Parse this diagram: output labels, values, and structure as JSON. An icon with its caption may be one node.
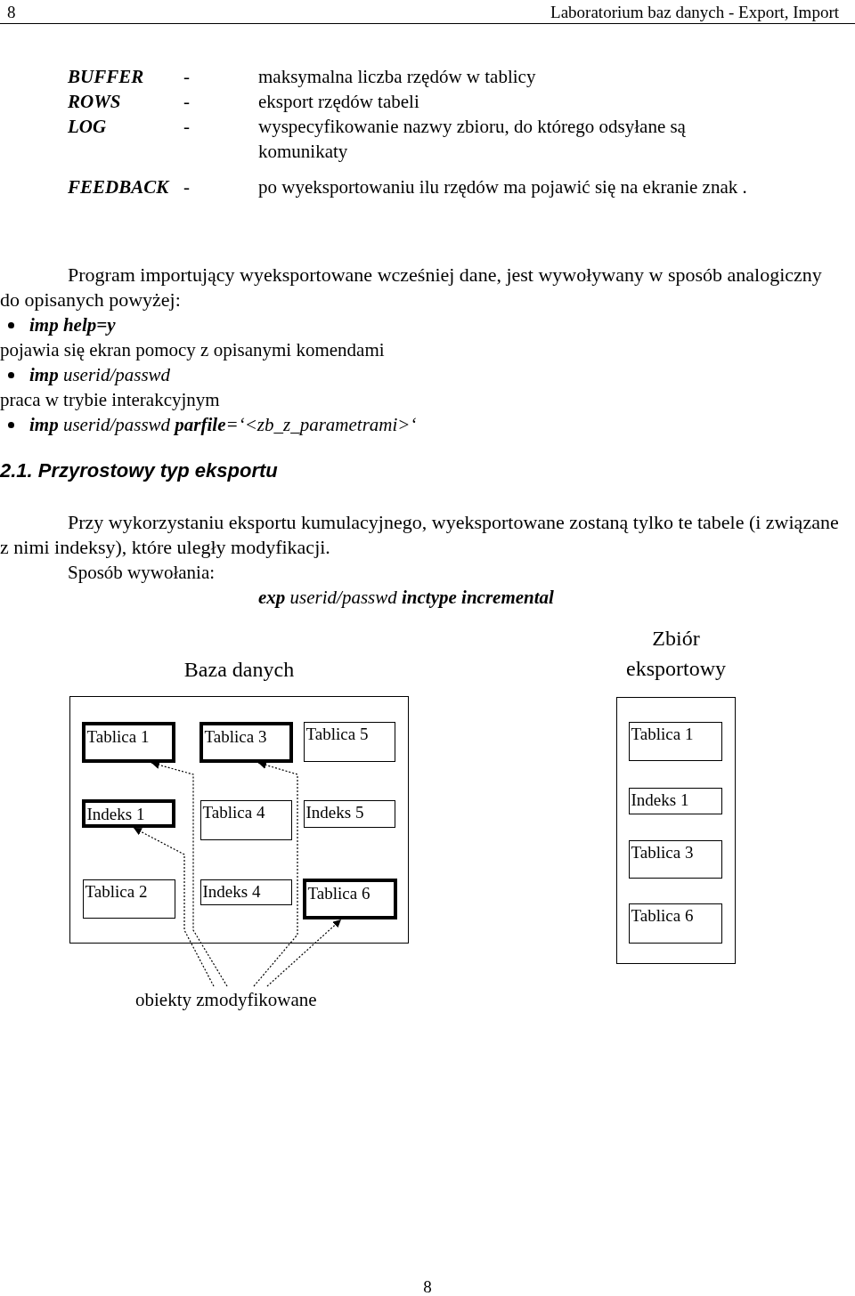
{
  "diagram": {
    "nodes": [
      {
        "text": [
          "Baza danych"
        ]
      },
      {
        "text": [
          "Tablica 1"
        ],
        "in": 0
      },
      {
        "text": [
          "Tablica 3"
        ],
        "in": 0
      },
      {
        "text": [
          "Tablica 5"
        ],
        "in": 0
      },
      {
        "text": [
          "Indeks 1"
        ],
        "in": 0
      },
      {
        "text": [
          "Tablica 4"
        ],
        "in": 0
      },
      {
        "text": [
          "Indeks 5"
        ],
        "in": 0
      },
      {
        "text": [
          "Tablica 2"
        ],
        "in": 0
      },
      {
        "text": [
          "Indeks 4"
        ],
        "in": 0
      },
      {
        "text": [
          "Tablica 6"
        ],
        "in": 0
      },
      {
        "text": [
          "Zbiór eksportowy"
        ]
      },
      {
        "text": [
          "Tablica 1"
        ],
        "in": 10
      },
      {
        "text": [
          "Indeks 1"
        ],
        "in": 10
      },
      {
        "text": [
          "Tablica 3"
        ],
        "in": 10
      },
      {
        "text": [
          "Tablica 6"
        ],
        "in": 10
      },
      {
        "text": [
          "obiekty zmodyfikowane"
        ]
      }
    ],
    "edges": [
      {
        "from": 15,
        "to": 4,
        "arrow": "to",
        "style": "dashed"
      },
      {
        "from": 15,
        "to": 1,
        "arrow": "to",
        "style": "dashed"
      },
      {
        "from": 15,
        "to": 2,
        "arrow": "to",
        "style": "dashed"
      },
      {
        "from": 15,
        "to": 9,
        "arrow": "to",
        "style": "dashed"
      }
    ],
    "labels": [
      "8",
      "Laboratorium baz danych - Export, Import",
      "BUFFER",
      "-",
      "maksymalna liczba rzędów w tablicy",
      "ROWS",
      "-",
      "eksport rzędów tabeli",
      "LOG",
      "-",
      "wyspecyfikowanie nazwy zbioru, do którego odsyłane są komunikaty",
      "FEEDBACK",
      "-",
      "po wyeksportowaniu ilu rzędów ma pojawić się na ekranie znak .",
      "Program importujący wyeksportowane wcześniej dane, jest wywoływany w sposób analogiczny do opisanych powyżej:",
      "imp help=y",
      "pojawia się ekran pomocy z opisanymi komendami",
      "**imp** userid/passwd",
      "praca w trybie interakcyjnym",
      "**imp** userid/passwd **parfile**=‘<zb_z_parametrami>‘",
      "2.1. Przyrostowy typ eksportu",
      "Przy wykorzystaniu eksportu kumulacyjnego, wyeksportowane zostaną tylko te tabele (i związane z nimi indeksy), które uległy modyfikacji.",
      "Sposób wywołania:",
      "**exp** userid/passwd **inctype incremental**",
      "8"
    ]
  }
}
